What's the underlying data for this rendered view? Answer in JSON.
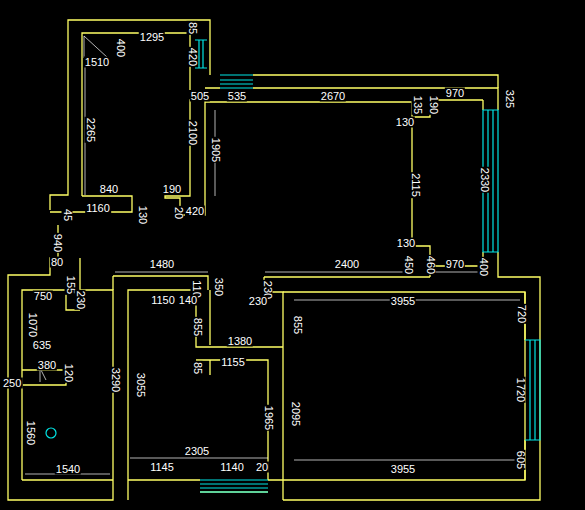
{
  "diagram": {
    "labels": [
      "1295",
      "400",
      "1510",
      "85",
      "420",
      "505",
      "535",
      "2670",
      "135",
      "190",
      "970",
      "325",
      "130",
      "2265",
      "2100",
      "1905",
      "2115",
      "2330",
      "840",
      "190",
      "1160",
      "130",
      "45",
      "420",
      "20",
      "940",
      "130",
      "1480",
      "2400",
      "450",
      "460",
      "970",
      "400",
      "80",
      "155",
      "230",
      "750",
      "350",
      "230",
      "110",
      "230",
      "1150",
      "140",
      "3955",
      "720",
      "855",
      "855",
      "1070",
      "1380",
      "635",
      "1155",
      "380",
      "120",
      "85",
      "250",
      "3290",
      "3055",
      "1720",
      "1965",
      "2095",
      "1560",
      "2305",
      "605",
      "1540",
      "1145",
      "1140",
      "20",
      "3955"
    ]
  }
}
